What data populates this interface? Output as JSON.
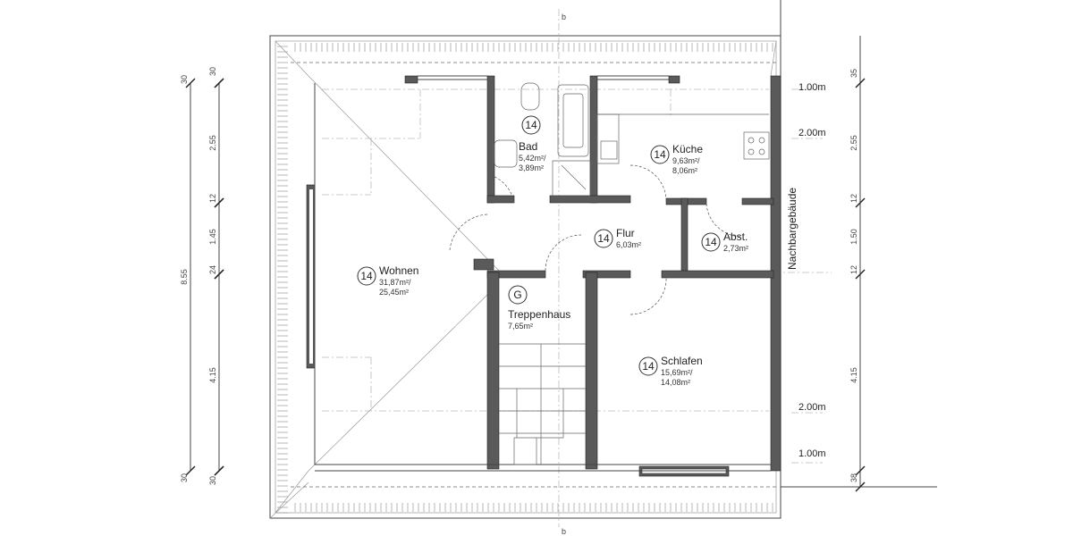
{
  "rooms": [
    {
      "id": "wohnen",
      "code": "14",
      "name": "Wohnen",
      "area1": "31,87m²/",
      "area2": "25,45m²"
    },
    {
      "id": "bad",
      "code": "14",
      "name": "Bad",
      "area1": "5,42m²/",
      "area2": "3,89m²"
    },
    {
      "id": "kueche",
      "code": "14",
      "name": "Küche",
      "area1": "9,63m²/",
      "area2": "8,06m²"
    },
    {
      "id": "flur",
      "code": "14",
      "name": "Flur",
      "area1": "6,03m²"
    },
    {
      "id": "abst",
      "code": "14",
      "name": "Abst.",
      "area1": "2,73m²"
    },
    {
      "id": "treppenhaus",
      "code": "G",
      "name": "Treppenhaus",
      "area1": "7,65m²"
    },
    {
      "id": "schlafen",
      "code": "14",
      "name": "Schlafen",
      "area1": "15,69m²/",
      "area2": "14,08m²"
    }
  ],
  "neighbor_label": "Nachbargebäude",
  "height_lines": [
    "1.00m",
    "2.00m",
    "2.00m",
    "1.00m"
  ],
  "dims_left_outer": [
    "30",
    "8.55",
    "30"
  ],
  "dims_left_inner": [
    "30",
    "2.55",
    "12",
    "1.45",
    "24",
    "4.15",
    "30"
  ],
  "dims_right": [
    "35",
    "2.55",
    "12",
    "1.50",
    "12",
    "4.15",
    "38"
  ],
  "section_mark": "b"
}
